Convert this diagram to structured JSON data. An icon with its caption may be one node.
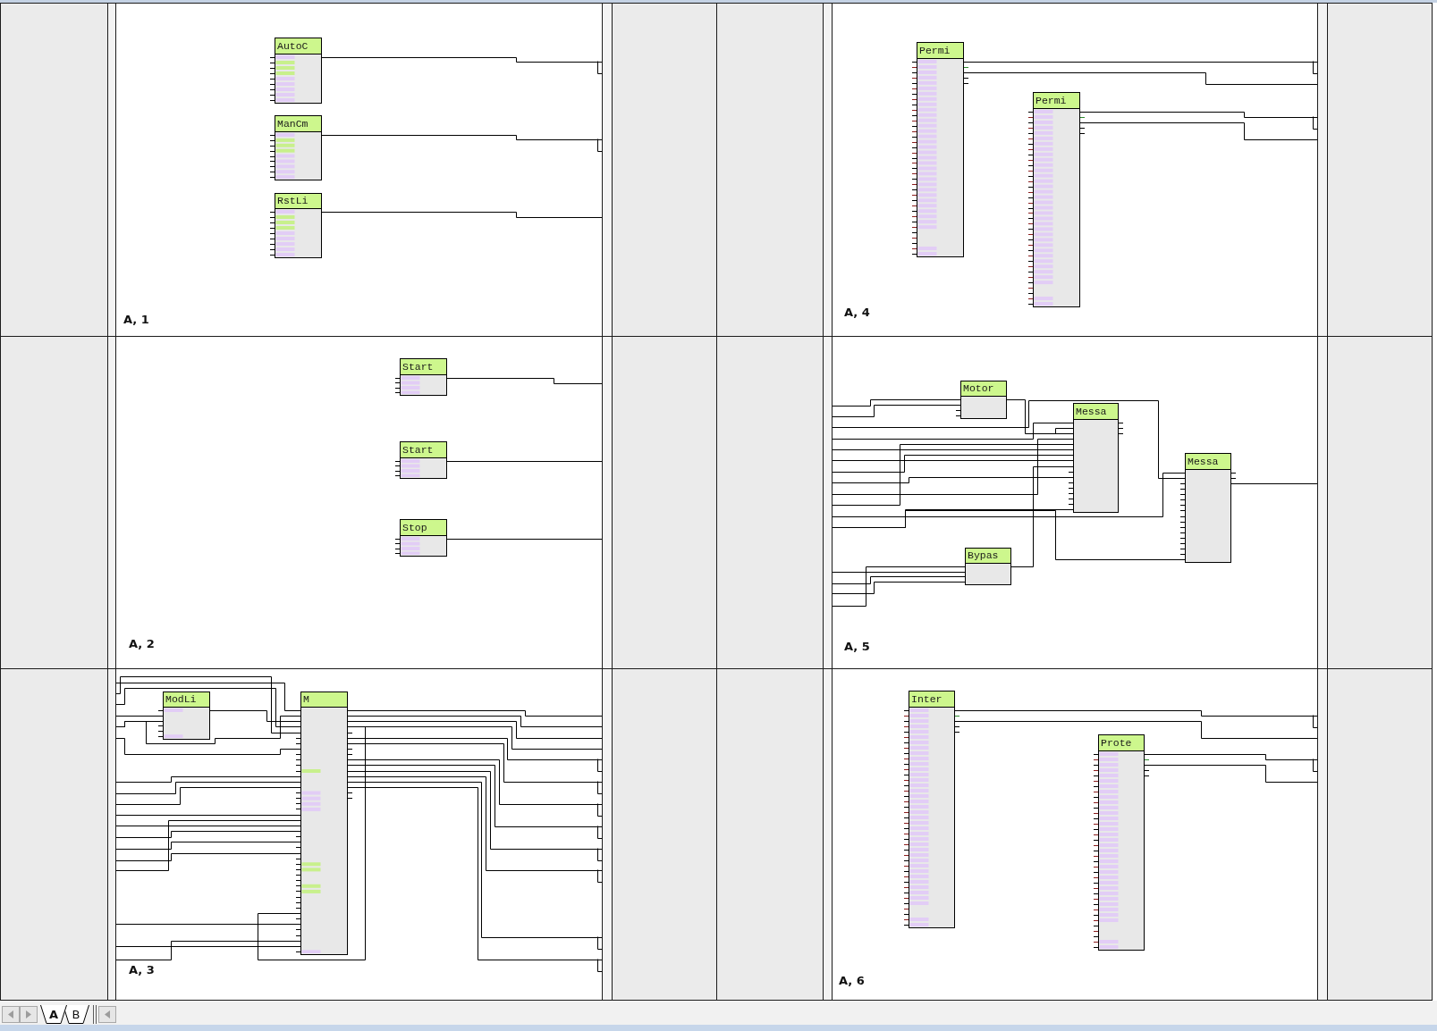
{
  "diagram": {
    "nodes": [
      {
        "text": [
          "A, 1"
        ]
      },
      {
        "text": [
          "AutoC"
        ],
        "in": 0
      },
      {
        "text": [
          "ManCm"
        ],
        "in": 0
      },
      {
        "text": [
          "RstLi"
        ],
        "in": 0
      },
      {
        "text": [
          "A, 2"
        ]
      },
      {
        "text": [
          "Start"
        ],
        "in": 4
      },
      {
        "text": [
          "Start"
        ],
        "in": 4
      },
      {
        "text": [
          "Stop"
        ],
        "in": 4
      },
      {
        "text": [
          "A, 3"
        ]
      },
      {
        "text": [
          "ModLi"
        ],
        "in": 8
      },
      {
        "text": [
          "M"
        ],
        "in": 8
      },
      {
        "text": [
          "A, 4"
        ]
      },
      {
        "text": [
          "Permi"
        ],
        "in": 11
      },
      {
        "text": [
          "Permi"
        ],
        "in": 11
      },
      {
        "text": [
          "A, 5"
        ]
      },
      {
        "text": [
          "Motor"
        ],
        "in": 14
      },
      {
        "text": [
          "Messa"
        ],
        "in": 14
      },
      {
        "text": [
          "Messa"
        ],
        "in": 14
      },
      {
        "text": [
          "Bypas"
        ],
        "in": 14
      },
      {
        "text": [
          "A, 6"
        ]
      },
      {
        "text": [
          "Inter"
        ],
        "in": 19
      },
      {
        "text": [
          "Prote"
        ],
        "in": 19
      },
      {
        "text": [],
        "shape": "bar"
      },
      {
        "text": [],
        "shape": "bar"
      },
      {
        "text": [],
        "shape": "bar"
      },
      {
        "text": [],
        "shape": "bar"
      },
      {
        "text": [],
        "shape": "bar"
      },
      {
        "text": [],
        "shape": "bar"
      },
      {
        "text": [],
        "shape": "bar"
      },
      {
        "text": [],
        "shape": "bar"
      },
      {
        "text": [],
        "shape": "bar"
      },
      {
        "text": [],
        "shape": "bar"
      },
      {
        "text": [],
        "shape": "bar"
      },
      {
        "text": [],
        "shape": "bar"
      }
    ],
    "edges": [
      {
        "from": 1,
        "to": 23,
        "arrow": "none"
      },
      {
        "from": 2,
        "to": 23,
        "arrow": "none"
      },
      {
        "from": 3,
        "to": 23,
        "arrow": "none"
      },
      {
        "from": 5,
        "to": 25,
        "arrow": "none"
      },
      {
        "from": 6,
        "to": 25,
        "arrow": "none"
      },
      {
        "from": 7,
        "to": 25,
        "arrow": "none"
      },
      {
        "from": 26,
        "to": 10,
        "arrow": "none"
      },
      {
        "from": 26,
        "to": 10,
        "arrow": "none"
      },
      {
        "from": 26,
        "to": 10,
        "arrow": "none"
      },
      {
        "from": 26,
        "to": 9,
        "arrow": "none"
      },
      {
        "from": 26,
        "to": 9,
        "arrow": "none"
      },
      {
        "from": 9,
        "to": 10,
        "arrow": "none"
      },
      {
        "from": 26,
        "to": 10,
        "arrow": "none"
      },
      {
        "from": 26,
        "to": 10,
        "arrow": "none"
      },
      {
        "from": 26,
        "to": 10,
        "arrow": "none"
      },
      {
        "from": 26,
        "to": 10,
        "arrow": "none"
      },
      {
        "from": 26,
        "to": 10,
        "arrow": "none"
      },
      {
        "from": 26,
        "to": 10,
        "arrow": "none"
      },
      {
        "from": 26,
        "to": 10,
        "arrow": "none"
      },
      {
        "from": 26,
        "to": 10,
        "arrow": "none"
      },
      {
        "from": 26,
        "to": 10,
        "arrow": "none"
      },
      {
        "from": 26,
        "to": 10,
        "arrow": "none"
      },
      {
        "from": 26,
        "to": 10,
        "arrow": "none"
      },
      {
        "from": 26,
        "to": 10,
        "arrow": "none"
      },
      {
        "from": 26,
        "to": 10,
        "arrow": "none"
      },
      {
        "from": 26,
        "to": 10,
        "arrow": "none"
      },
      {
        "from": 10,
        "to": 10,
        "arrow": "none"
      },
      {
        "from": 10,
        "to": 27,
        "arrow": "none"
      },
      {
        "from": 10,
        "to": 27,
        "arrow": "none"
      },
      {
        "from": 10,
        "to": 27,
        "arrow": "none"
      },
      {
        "from": 10,
        "to": 27,
        "arrow": "none"
      },
      {
        "from": 10,
        "to": 27,
        "arrow": "none"
      },
      {
        "from": 10,
        "to": 27,
        "arrow": "none"
      },
      {
        "from": 10,
        "to": 27,
        "arrow": "none"
      },
      {
        "from": 10,
        "to": 27,
        "arrow": "none"
      },
      {
        "from": 10,
        "to": 27,
        "arrow": "none"
      },
      {
        "from": 10,
        "to": 27,
        "arrow": "none"
      },
      {
        "from": 10,
        "to": 27,
        "arrow": "none"
      },
      {
        "from": 10,
        "to": 27,
        "arrow": "none"
      },
      {
        "from": 12,
        "to": 29,
        "arrow": "none"
      },
      {
        "from": 12,
        "to": 29,
        "arrow": "none"
      },
      {
        "from": 13,
        "to": 29,
        "arrow": "none"
      },
      {
        "from": 13,
        "to": 29,
        "arrow": "none"
      },
      {
        "from": 30,
        "to": 15,
        "arrow": "none"
      },
      {
        "from": 30,
        "to": 15,
        "arrow": "none"
      },
      {
        "from": 15,
        "to": 16,
        "arrow": "none"
      },
      {
        "from": 30,
        "to": 17,
        "arrow": "none"
      },
      {
        "from": 30,
        "to": 16,
        "arrow": "none"
      },
      {
        "from": 30,
        "to": 16,
        "arrow": "none"
      },
      {
        "from": 30,
        "to": 16,
        "arrow": "none"
      },
      {
        "from": 30,
        "to": 16,
        "arrow": "none"
      },
      {
        "from": 30,
        "to": 16,
        "arrow": "none"
      },
      {
        "from": 30,
        "to": 16,
        "arrow": "none"
      },
      {
        "from": 30,
        "to": 16,
        "arrow": "none"
      },
      {
        "from": 30,
        "to": 16,
        "arrow": "none"
      },
      {
        "from": 30,
        "to": 17,
        "arrow": "none"
      },
      {
        "from": 18,
        "to": 16,
        "arrow": "none"
      },
      {
        "from": 30,
        "to": 17,
        "arrow": "none"
      },
      {
        "from": 17,
        "to": 31,
        "arrow": "none"
      },
      {
        "from": 30,
        "to": 18,
        "arrow": "none"
      },
      {
        "from": 30,
        "to": 18,
        "arrow": "none"
      },
      {
        "from": 30,
        "to": 18,
        "arrow": "none"
      },
      {
        "from": 30,
        "to": 18,
        "arrow": "none"
      },
      {
        "from": 20,
        "to": 33,
        "arrow": "none"
      },
      {
        "from": 20,
        "to": 33,
        "arrow": "none"
      },
      {
        "from": 21,
        "to": 33,
        "arrow": "none"
      },
      {
        "from": 21,
        "to": 33,
        "arrow": "none"
      }
    ],
    "labels": [
      "A",
      "B"
    ]
  }
}
